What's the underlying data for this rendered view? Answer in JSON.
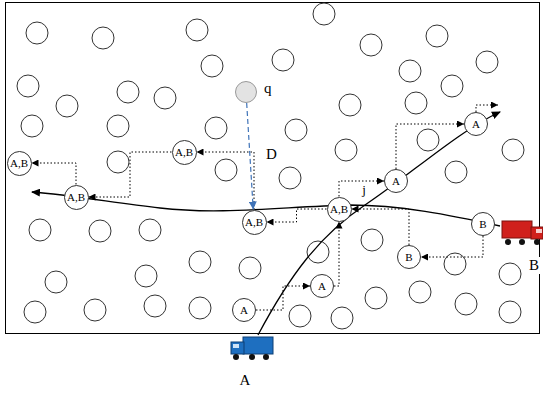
{
  "diagram": {
    "nodes": [
      {
        "text": [
          "q"
        ]
      },
      {
        "text": [
          "A"
        ]
      },
      {
        "text": [
          "A,B"
        ]
      },
      {
        "text": [
          "A,B"
        ]
      },
      {
        "text": [
          "A"
        ]
      },
      {
        "text": [
          "A,B"
        ]
      },
      {
        "text": [
          "A,B"
        ]
      },
      {
        "text": [
          "A,B"
        ]
      },
      {
        "text": [
          "B"
        ]
      },
      {
        "text": [
          "B"
        ]
      },
      {
        "text": [
          "A"
        ]
      },
      {
        "text": [
          "A"
        ]
      }
    ],
    "edges": [
      {
        "from": 11,
        "to": 10,
        "arrow": "to"
      },
      {
        "from": 10,
        "to": 6,
        "arrow": "to"
      },
      {
        "from": 6,
        "to": 4,
        "arrow": "to"
      },
      {
        "from": 4,
        "to": 1,
        "arrow": "to"
      },
      {
        "from": 8,
        "to": 9,
        "arrow": "to"
      },
      {
        "from": 9,
        "to": 6,
        "arrow": "to"
      },
      {
        "from": 6,
        "to": 7,
        "arrow": "to"
      },
      {
        "from": 7,
        "to": 2,
        "arrow": "to"
      },
      {
        "from": 2,
        "to": 5,
        "arrow": "to"
      },
      {
        "from": 5,
        "to": 3,
        "arrow": "to"
      },
      {
        "from": 0,
        "to": 7,
        "label": "D",
        "arrow": "to"
      }
    ],
    "labels": [
      "j",
      "A",
      "B"
    ]
  }
}
